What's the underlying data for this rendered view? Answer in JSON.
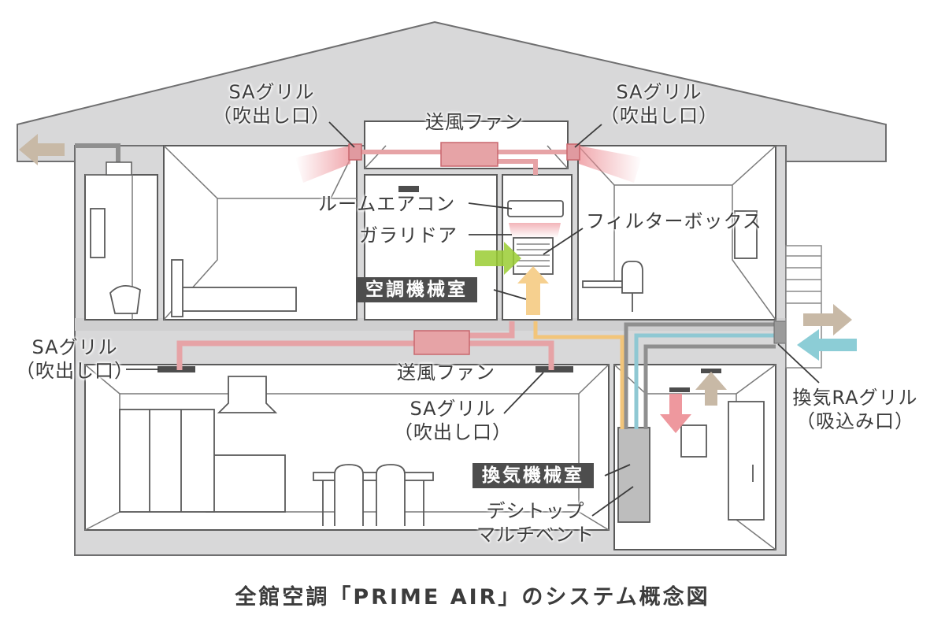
{
  "labels": {
    "sa_grill_upper_left": {
      "name": "SAグリル",
      "sub": "（吹出し口）"
    },
    "sa_grill_upper_right": {
      "name": "SAグリル",
      "sub": "（吹出し口）"
    },
    "blower_fan_upper": "送風ファン",
    "room_aircon": "ルームエアコン",
    "louver_door": "ガラリドア",
    "filter_box": "フィルターボックス",
    "ac_machine_room": "空調機械室",
    "sa_grill_lower_left": {
      "name": "SAグリル",
      "sub": "（吹出し口）"
    },
    "blower_fan_lower": "送風ファン",
    "sa_grill_lower_center": {
      "name": "SAグリル",
      "sub": "（吹出し口）"
    },
    "ventilation_ra_grill": {
      "name": "換気RAグリル",
      "sub": "（吸込み口）"
    },
    "ventilation_machine_room": "換気機械室",
    "desitop_multi_vent": {
      "line1": "デシトップ",
      "line2": "マルチベント"
    }
  },
  "caption": "全館空調「PRIME AIR」のシステム概念図",
  "colors": {
    "house_wall": "#d8d8d9",
    "house_outline": "#6f6f70",
    "room_line": "#5a5a5a",
    "supply_duct": "#e6a3a6",
    "supply_duct_dark": "#c9676e",
    "warm_duct": "#f2c57a",
    "cool_duct": "#8fc8d3",
    "exhaust_arrow": "#c8b9a6",
    "intake_arrow": "#8ccdd6",
    "fresh_arrow": "#9acd32",
    "up_arrow": "#f6d08f",
    "tag_background": "#4d4d4d"
  }
}
